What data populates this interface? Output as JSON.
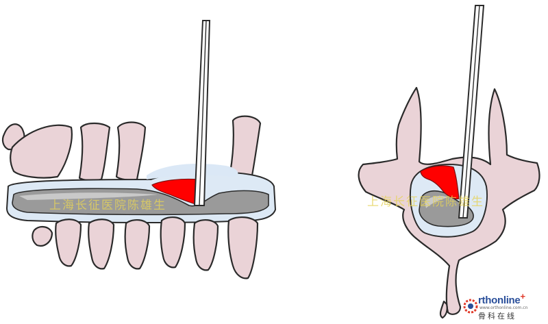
{
  "watermarks": {
    "left": "上海长征医院陈雄生",
    "right": "上海长征医院陈雄生"
  },
  "logo": {
    "brand": "rthonline",
    "plus": "+",
    "url": "www.orthonline.com.cn",
    "cn": "骨科在线"
  },
  "colors": {
    "bone": "#ead3d7",
    "csf": "#dde9f5",
    "cord": "#9a9a9a",
    "hematoma": "#ff0000",
    "watermark": "#e6d35a",
    "logo_blue": "#2a4f9a",
    "logo_red": "#e03a2a"
  },
  "icons": [
    "orthonline-logo-icon"
  ]
}
